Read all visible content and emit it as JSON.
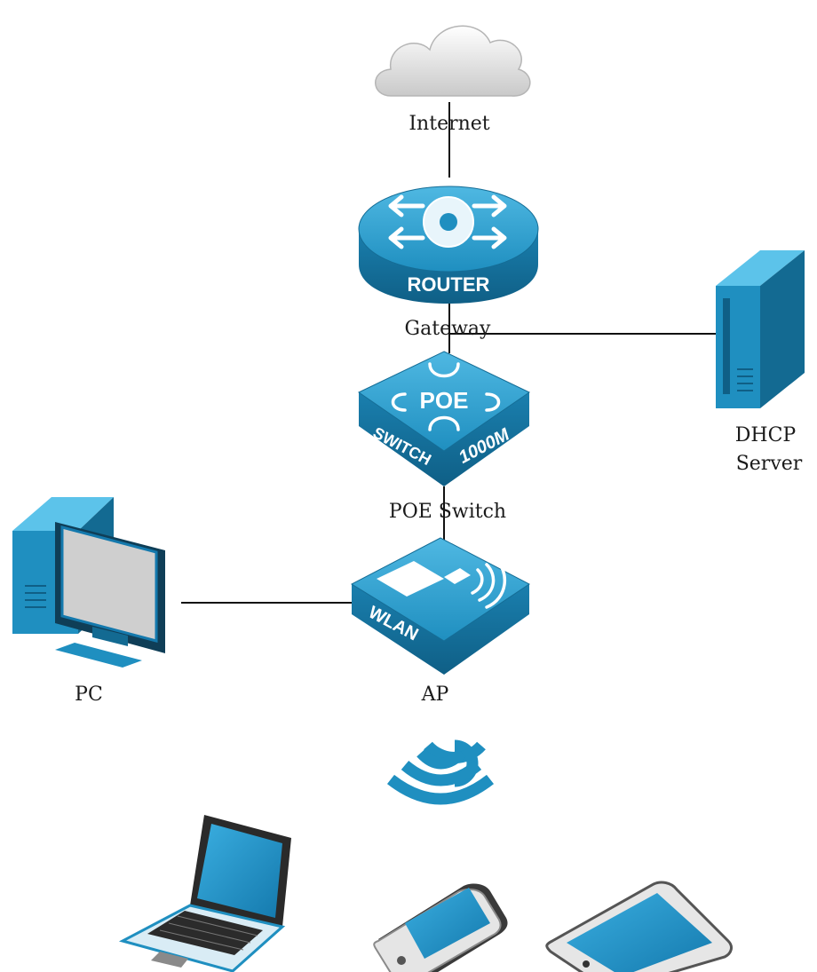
{
  "nodes": {
    "internet": {
      "label": "Internet"
    },
    "router": {
      "label": "Gateway",
      "badge": "ROUTER"
    },
    "poe_switch": {
      "label": "POE Switch",
      "badge_top": "POE",
      "badge_left": "SWITCH",
      "badge_right": "1000M"
    },
    "dhcp_server": {
      "label_line1": "DHCP",
      "label_line2": "Server"
    },
    "ap": {
      "label": "AP",
      "badge": "WLAN"
    },
    "pc": {
      "label": "PC"
    }
  },
  "colors": {
    "device_blue": "#1f8fc0",
    "device_dark": "#136a92",
    "device_light": "#5cc3ea",
    "line": "#111111"
  }
}
